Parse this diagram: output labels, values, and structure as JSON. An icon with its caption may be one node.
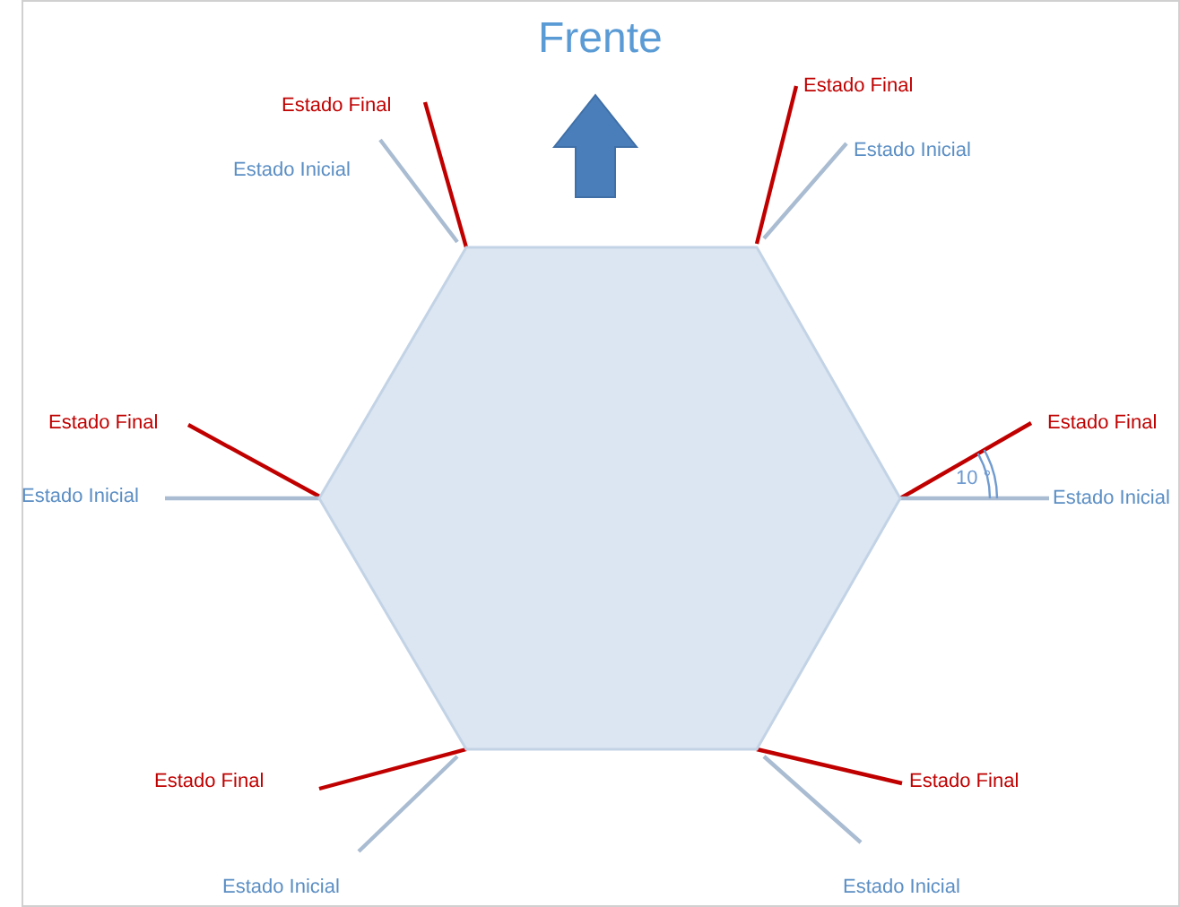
{
  "diagram": {
    "title": "Frente",
    "nodes": [
      {
        "text": [],
        "shape": "hexagon"
      },
      {
        "text": [
          "Estado Final"
        ]
      },
      {
        "text": [
          "Estado Final"
        ]
      },
      {
        "text": [
          "Estado Inicial"
        ]
      },
      {
        "text": [
          "Estado Inicial"
        ]
      },
      {
        "text": [
          "Estado Final"
        ]
      },
      {
        "text": [
          "Estado Final"
        ]
      },
      {
        "text": [
          "Estado Inicial"
        ]
      },
      {
        "text": [
          "Estado Inicial"
        ]
      },
      {
        "text": [
          "Estado Final"
        ]
      },
      {
        "text": [
          "Estado Final"
        ]
      },
      {
        "text": [
          "Estado Inicial"
        ]
      },
      {
        "text": [
          "Estado Inicial"
        ]
      }
    ],
    "edges": [
      {
        "from": 1,
        "to": 0,
        "arrow": "none",
        "color": "#c00000"
      },
      {
        "from": 2,
        "to": 0,
        "arrow": "none",
        "color": "#c00000"
      },
      {
        "from": 3,
        "to": 0,
        "arrow": "none",
        "color": "#a9bcd2"
      },
      {
        "from": 4,
        "to": 0,
        "arrow": "none",
        "color": "#a9bcd2"
      },
      {
        "from": 5,
        "to": 0,
        "arrow": "none",
        "color": "#c00000"
      },
      {
        "from": 6,
        "to": 0,
        "arrow": "none",
        "color": "#c00000"
      },
      {
        "from": 7,
        "to": 0,
        "arrow": "none",
        "color": "#a9bcd2"
      },
      {
        "from": 8,
        "to": 0,
        "arrow": "none",
        "color": "#a9bcd2"
      },
      {
        "from": 9,
        "to": 0,
        "arrow": "none",
        "color": "#c00000"
      },
      {
        "from": 10,
        "to": 0,
        "arrow": "none",
        "color": "#c00000"
      },
      {
        "from": 11,
        "to": 0,
        "arrow": "none",
        "color": "#a9bcd2"
      },
      {
        "from": 12,
        "to": 0,
        "arrow": "none",
        "color": "#a9bcd2"
      }
    ],
    "labels": [
      "10 °"
    ]
  }
}
